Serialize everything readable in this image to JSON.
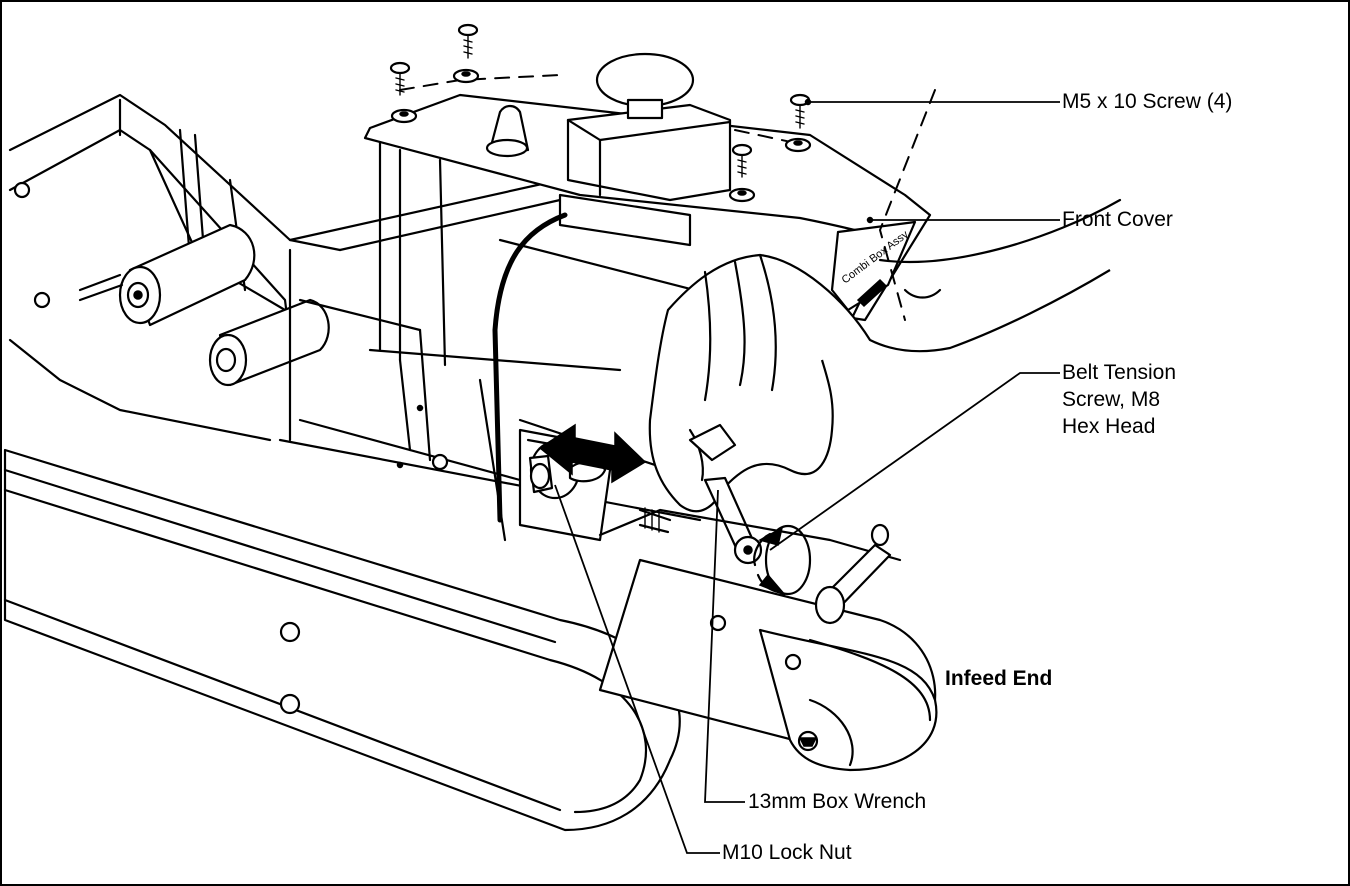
{
  "labels": {
    "screw": "M5 x 10 Screw (4)",
    "front_cover": "Front Cover",
    "belt_tension_1": "Belt Tension",
    "belt_tension_2": "Screw, M8",
    "belt_tension_3": "Hex Head",
    "infeed_end": "Infeed End",
    "box_wrench": "13mm Box Wrench",
    "lock_nut": "M10 Lock Nut"
  },
  "cover_plate_text": "Combi Box Assy"
}
